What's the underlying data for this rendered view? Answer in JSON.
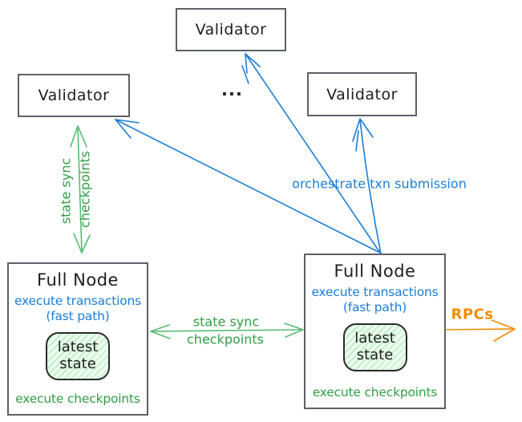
{
  "colors": {
    "ink": "#1e1e1e",
    "border": "#5c6066",
    "blue": "#1c7ed6",
    "green": "#2f9e44",
    "green-arrow": "#57bb72",
    "orange": "#f08c00"
  },
  "validators": {
    "top": {
      "label": "Validator"
    },
    "left": {
      "label": "Validator"
    },
    "right": {
      "label": "Validator"
    },
    "ellipsis": "..."
  },
  "full_nodes": {
    "left": {
      "title": "Full Node",
      "execute_transactions": "execute transactions",
      "fast_path": "(fast path)",
      "latest_state_line1": "latest",
      "latest_state_line2": "state",
      "execute_checkpoints": "execute checkpoints"
    },
    "right": {
      "title": "Full Node",
      "execute_transactions": "execute transactions",
      "fast_path": "(fast path)",
      "latest_state_line1": "latest",
      "latest_state_line2": "state",
      "execute_checkpoints": "execute checkpoints"
    }
  },
  "edges": {
    "validator_fullnode_sync": {
      "line1": "state sync",
      "line2": "checkpoints"
    },
    "fullnode_fullnode_sync": {
      "line1": "state sync",
      "line2": "checkpoints"
    },
    "orchestrate": "orchestrate txn submission",
    "rpcs": "RPCs"
  }
}
